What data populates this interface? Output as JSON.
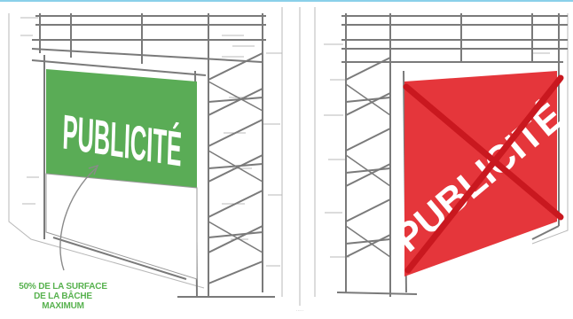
{
  "left_banner": {
    "text": "PUBLICITÉ",
    "color": "#5aac56"
  },
  "right_banner": {
    "text": "PUBLICITÉ",
    "color": "#e5363b",
    "cross_color": "#c9181f"
  },
  "caption": {
    "lines": [
      "50% DE LA SURFACE",
      "DE LA BÂCHE",
      "MAXIMUM"
    ],
    "color": "#58b24f"
  },
  "colors": {
    "sky_line": "#8ad0ea",
    "sketch": "#7a7a7a",
    "wall": "#bdbdbd"
  }
}
